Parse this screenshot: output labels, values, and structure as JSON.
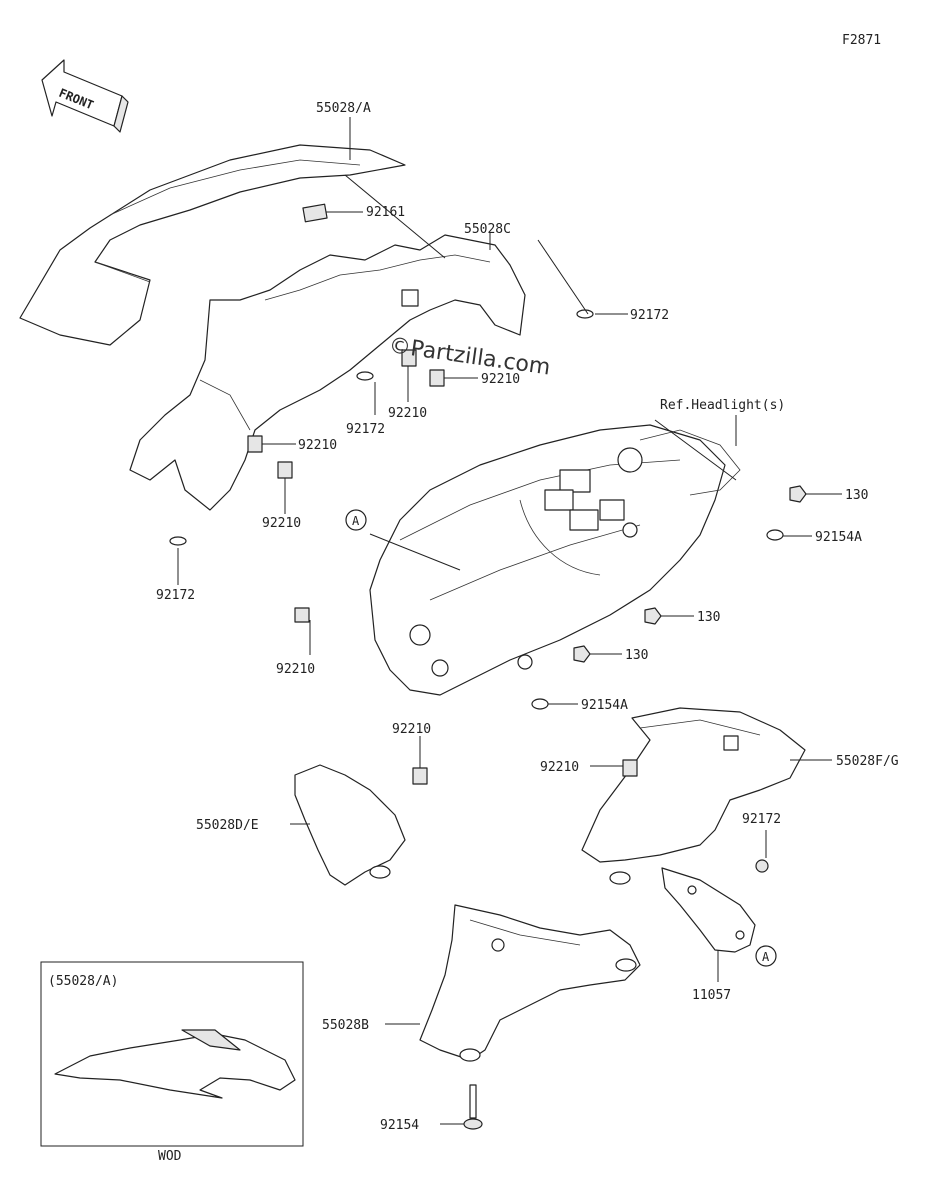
{
  "diagram_code": "F2871",
  "front_arrow_label": "FRONT",
  "watermark": "©Partzilla.com",
  "reference_note": "Ref.Headlight(s)",
  "parts": {
    "p55028A": "55028/A",
    "p92161": "92161",
    "p55028C": "55028C",
    "p92172_top": "92172",
    "p92172_mid": "92172",
    "p92172_left": "92172",
    "p92172_right": "92172",
    "p92210_a": "92210",
    "p92210_b": "92210",
    "p92210_c": "92210",
    "p92210_d": "92210",
    "p92210_e": "92210",
    "p92210_f": "92210",
    "p92210_g": "92210",
    "p130_a": "130",
    "p130_b": "130",
    "p130_c": "130",
    "p92154A_a": "92154A",
    "p92154A_b": "92154A",
    "p55028FG": "55028F/G",
    "p55028DE": "55028D/E",
    "p55028B": "55028B",
    "p92154": "92154",
    "p11057": "11057"
  },
  "callout_marker": "A",
  "inset": {
    "title": "(55028/A)",
    "caption": "WOD"
  }
}
